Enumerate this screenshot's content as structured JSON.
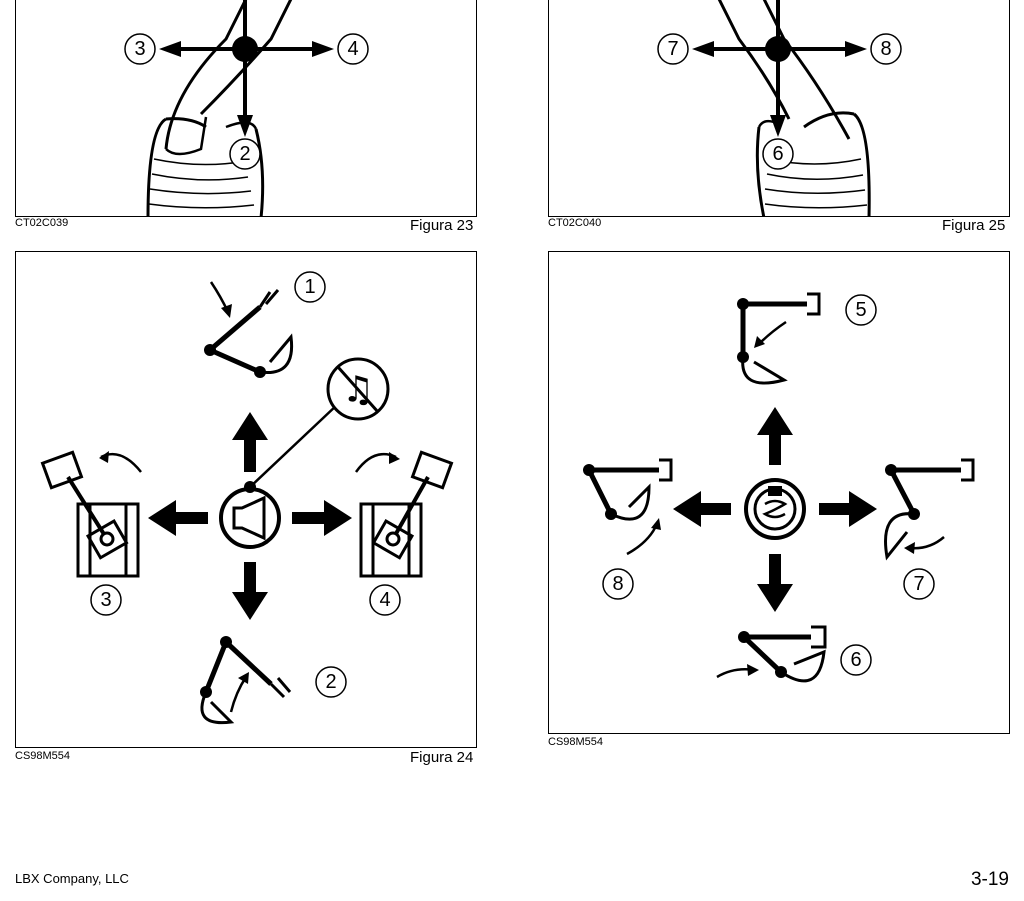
{
  "fig23": {
    "code": "CT02C039",
    "caption": "Figura 23",
    "labels": [
      "3",
      "4",
      "2"
    ]
  },
  "fig25": {
    "code": "CT02C040",
    "caption": "Figura 25",
    "labels": [
      "7",
      "8",
      "6"
    ]
  },
  "fig24": {
    "code": "CS98M554",
    "caption": "Figura 24",
    "labels": [
      "1",
      "2",
      "3",
      "4"
    ]
  },
  "fig26": {
    "code": "CS98M554",
    "labels": [
      "5",
      "6",
      "7",
      "8"
    ]
  },
  "footer": {
    "company": "LBX Company, LLC",
    "page": "3-19"
  }
}
